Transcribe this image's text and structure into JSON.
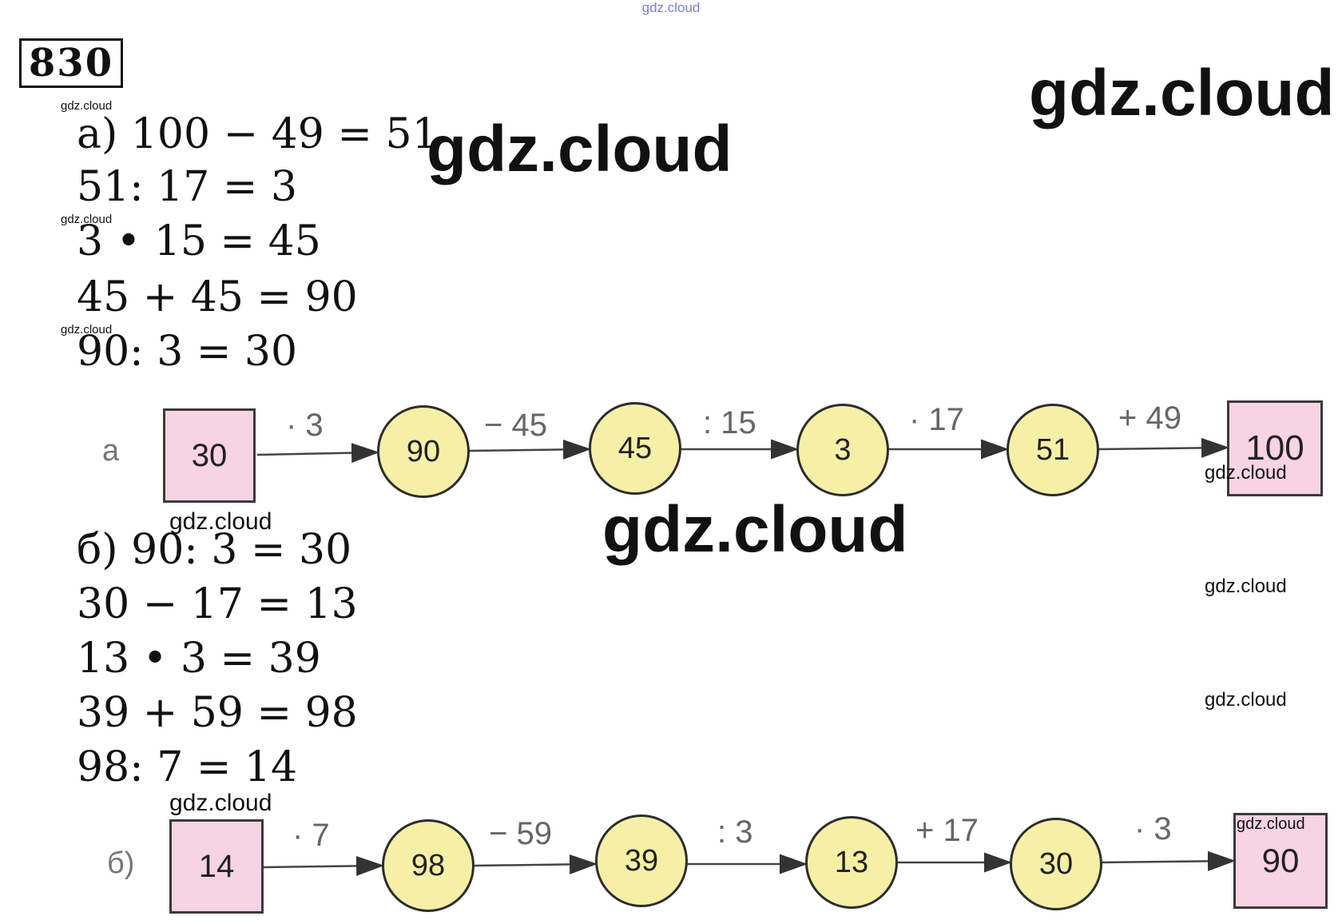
{
  "top_watermark": "gdz.cloud",
  "task_number": "830",
  "watermark": "gdz.cloud",
  "part_a": {
    "equations": [
      "а) 100 − 49 = 51",
      "51: 17 = 3",
      "3 • 15 = 45",
      "45 + 45 = 90",
      "90: 3 = 30"
    ],
    "chain": {
      "label": "а",
      "start": "30",
      "ops": [
        "· 3",
        "− 45",
        ": 15",
        "· 17",
        "+ 49"
      ],
      "circles": [
        "90",
        "45",
        "3",
        "51"
      ],
      "end": "100"
    }
  },
  "part_b": {
    "equations": [
      "б) 90: 3 = 30",
      "30 − 17 = 13",
      "13 • 3 = 39",
      "39 + 59 = 98",
      "98: 7 = 14"
    ],
    "chain": {
      "label": "б)",
      "start": "14",
      "ops": [
        "· 7",
        "− 59",
        ": 3",
        "+ 17",
        "· 3"
      ],
      "circles": [
        "98",
        "39",
        "13",
        "30"
      ],
      "end": "90"
    }
  },
  "colors": {
    "box_fill": "#f7d3e3",
    "circle_fill": "#f6f0a6",
    "watermark_top": "#7b7bd8"
  }
}
